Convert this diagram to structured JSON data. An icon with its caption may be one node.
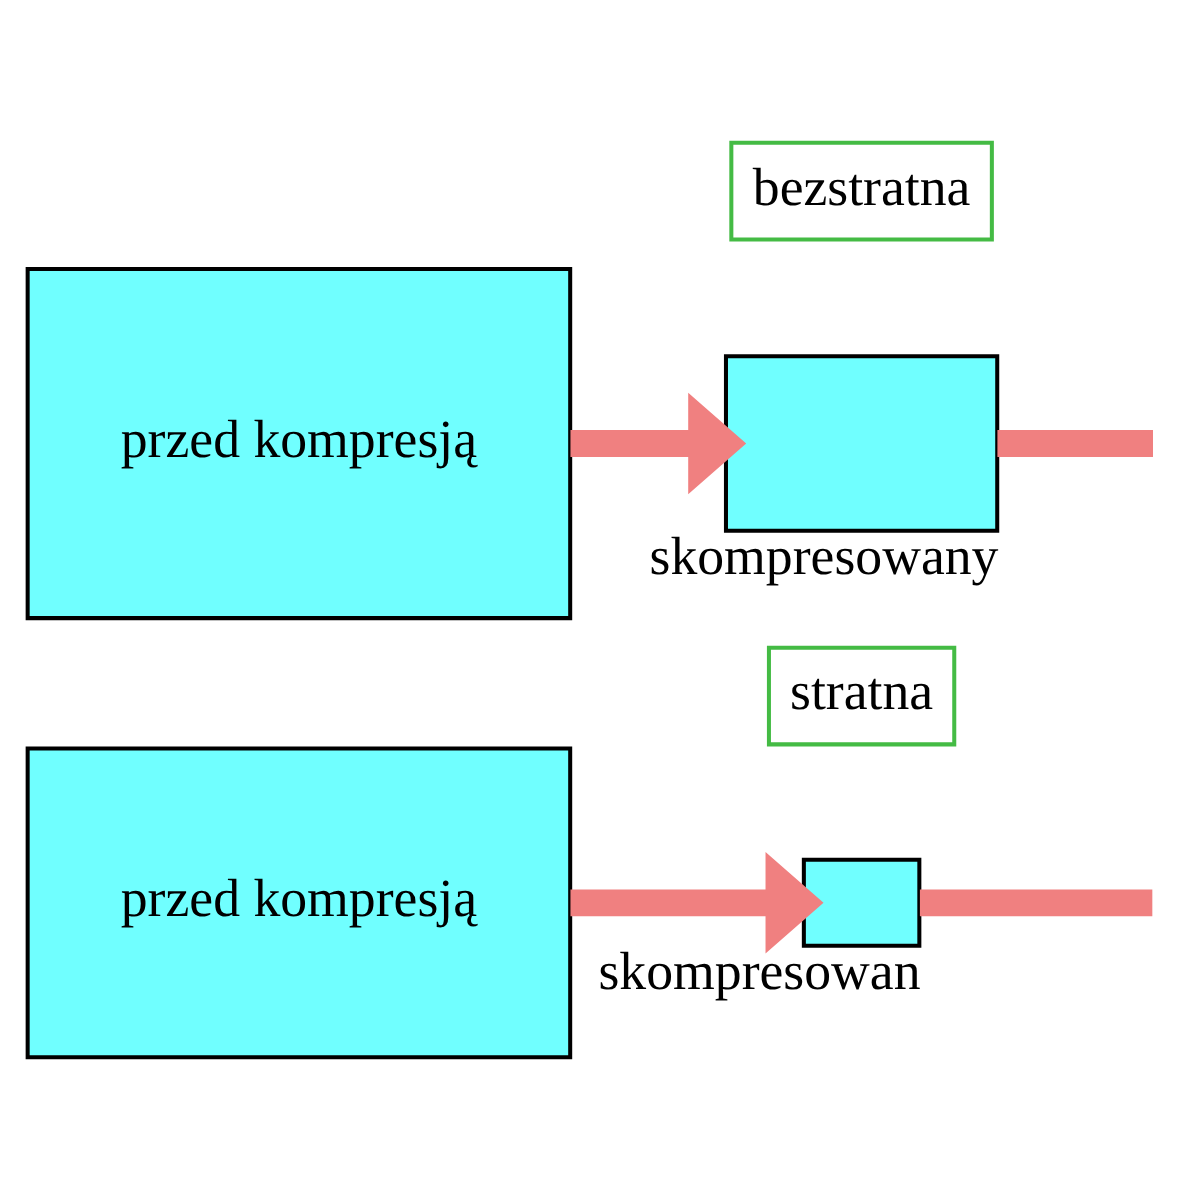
{
  "diagram": {
    "nodes": [
      {
        "text": [
          "bezstratna"
        ]
      },
      {
        "text": [
          "przed kompresją"
        ]
      },
      {
        "text": [],
        "shape": "box",
        "beside": [
          "skompresowany"
        ]
      },
      {
        "text": [
          "stratna"
        ]
      },
      {
        "text": [
          "przed kompresją"
        ]
      },
      {
        "text": [],
        "shape": "box",
        "beside": [
          "skompresowan"
        ]
      }
    ],
    "edges": [
      {
        "from": 1,
        "to": 2,
        "arrow": "to"
      },
      {
        "from": 2,
        "to": null,
        "arrow": "none"
      },
      {
        "from": 4,
        "to": 5,
        "arrow": "to"
      },
      {
        "from": 5,
        "to": null,
        "arrow": "none"
      }
    ]
  }
}
